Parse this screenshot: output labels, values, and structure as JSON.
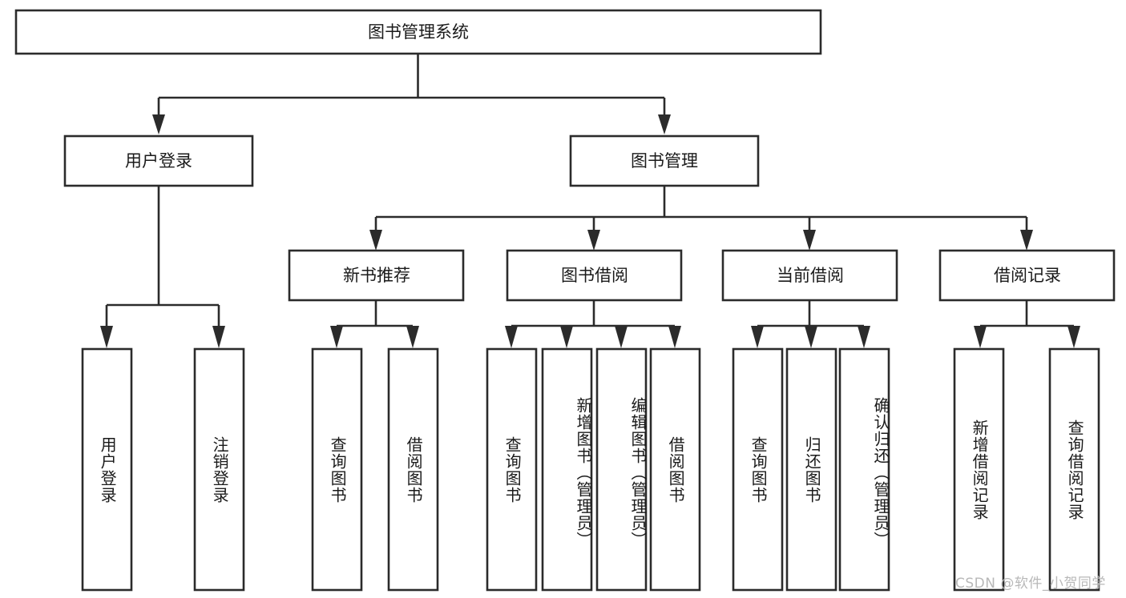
{
  "diagram": {
    "type": "tree-hierarchy",
    "title": "图书管理系统",
    "orientation": "top-down",
    "colors": {
      "box_fill": "#ffffff",
      "box_stroke": "#2b2b2b",
      "text": "#1a1a1a",
      "watermark": "#b8b8b8",
      "background": "#ffffff"
    },
    "root": {
      "label": "图书管理系统"
    },
    "level2": [
      {
        "label": "用户登录"
      },
      {
        "label": "图书管理"
      }
    ],
    "level3": [
      {
        "label": "新书推荐"
      },
      {
        "label": "图书借阅"
      },
      {
        "label": "当前借阅"
      },
      {
        "label": "借阅记录"
      }
    ],
    "leaves": {
      "user_login": [
        {
          "label": "用户登录"
        },
        {
          "label": "注销登录"
        }
      ],
      "new_book_recommend": [
        {
          "label": "查询图书"
        },
        {
          "label": "借阅图书"
        }
      ],
      "book_borrow": [
        {
          "label": "查询图书"
        },
        {
          "label": "新增图书（管理员）"
        },
        {
          "label": "编辑图书（管理员）"
        },
        {
          "label": "借阅图书"
        }
      ],
      "current_borrow": [
        {
          "label": "查询图书"
        },
        {
          "label": "归还图书"
        },
        {
          "label": "确认归还（管理员）"
        }
      ],
      "borrow_record": [
        {
          "label": "新增借阅记录"
        },
        {
          "label": "查询借阅记录"
        }
      ]
    }
  },
  "watermark": {
    "text": "CSDN @软件_小贺同学"
  }
}
